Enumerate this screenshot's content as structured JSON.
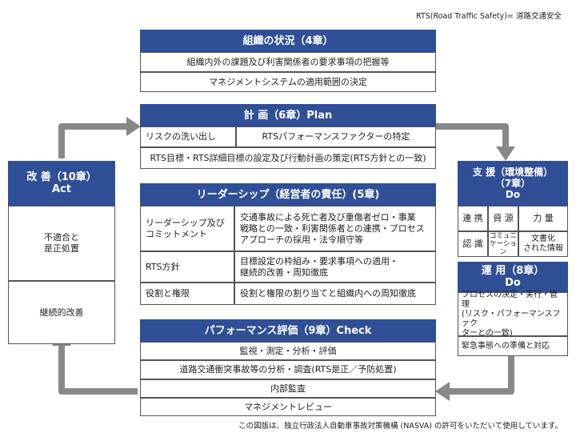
{
  "top_note": "RTS(Road Traffic Safety)= 道路交通安全",
  "bottom_note": "この図版は、独立行政法人自動車事故対策機構 (NASVA) の許可をいただいて使用しています。",
  "colors": {
    "header": "#2f4f96",
    "arrow": "#888888",
    "border": "#555555"
  },
  "context": {
    "title": "組織の状況（4章）",
    "rows": [
      "組織内外の課題及び利害関係者の要求事項の把握等",
      "マネジメントシステムの適用範囲の決定"
    ]
  },
  "plan": {
    "title": "計 画（6章）Plan",
    "row1_left": "リスクの洗い出し",
    "row1_right": "RTSパフォーマンスファクターの特定",
    "row2": "RTS目標・RTS詳細目標の設定及び行動計画の策定(RTS方針との一致)"
  },
  "leadership": {
    "title": "リーダーシップ（経営者の責任）(5章)",
    "rows": [
      {
        "label": "リーダーシップ及び\nコミットメント",
        "text": "交通事故による死亡者及び重傷者ゼロ・事業\n戦略との一致・利害関係者との連携・プロセス\nアプローチの採用・法令順守等"
      },
      {
        "label": "RTS方針",
        "text": "目標設定の枠組み・要求事項への適用・\n継続的改善・周知徹底"
      },
      {
        "label": "役割と権限",
        "text": "役割と権限の割り当てと組織内への周知徹底"
      }
    ]
  },
  "check": {
    "title": "パフォーマンス評価（9章）Check",
    "rows": [
      "監視・測定・分析・評価",
      "道路交通衝突事故等の分析・調査(RTS是正／予防処置)",
      "内部監査",
      "マネジメントレビュー"
    ]
  },
  "act": {
    "title_line1": "改 善（10章）",
    "title_line2": "Act",
    "rows": [
      "不適合と\n是正処置",
      "継続的改善"
    ]
  },
  "support": {
    "title_line1": "支 援（環境整備）",
    "title_line2": "（7章）",
    "title_line3": "Do",
    "cells": [
      "連 携",
      "資 源",
      "力 量",
      "認 識",
      "コミュニ\nケーション",
      "文書化\nされた情報"
    ]
  },
  "operation": {
    "title_line1": "運 用（8章）",
    "title_line2": "Do",
    "rows": [
      "プロセスの決定・実行・管理\n(リスク・パフォーマンスファク\nターとの一致)",
      "緊急事態への準備と対応"
    ]
  }
}
